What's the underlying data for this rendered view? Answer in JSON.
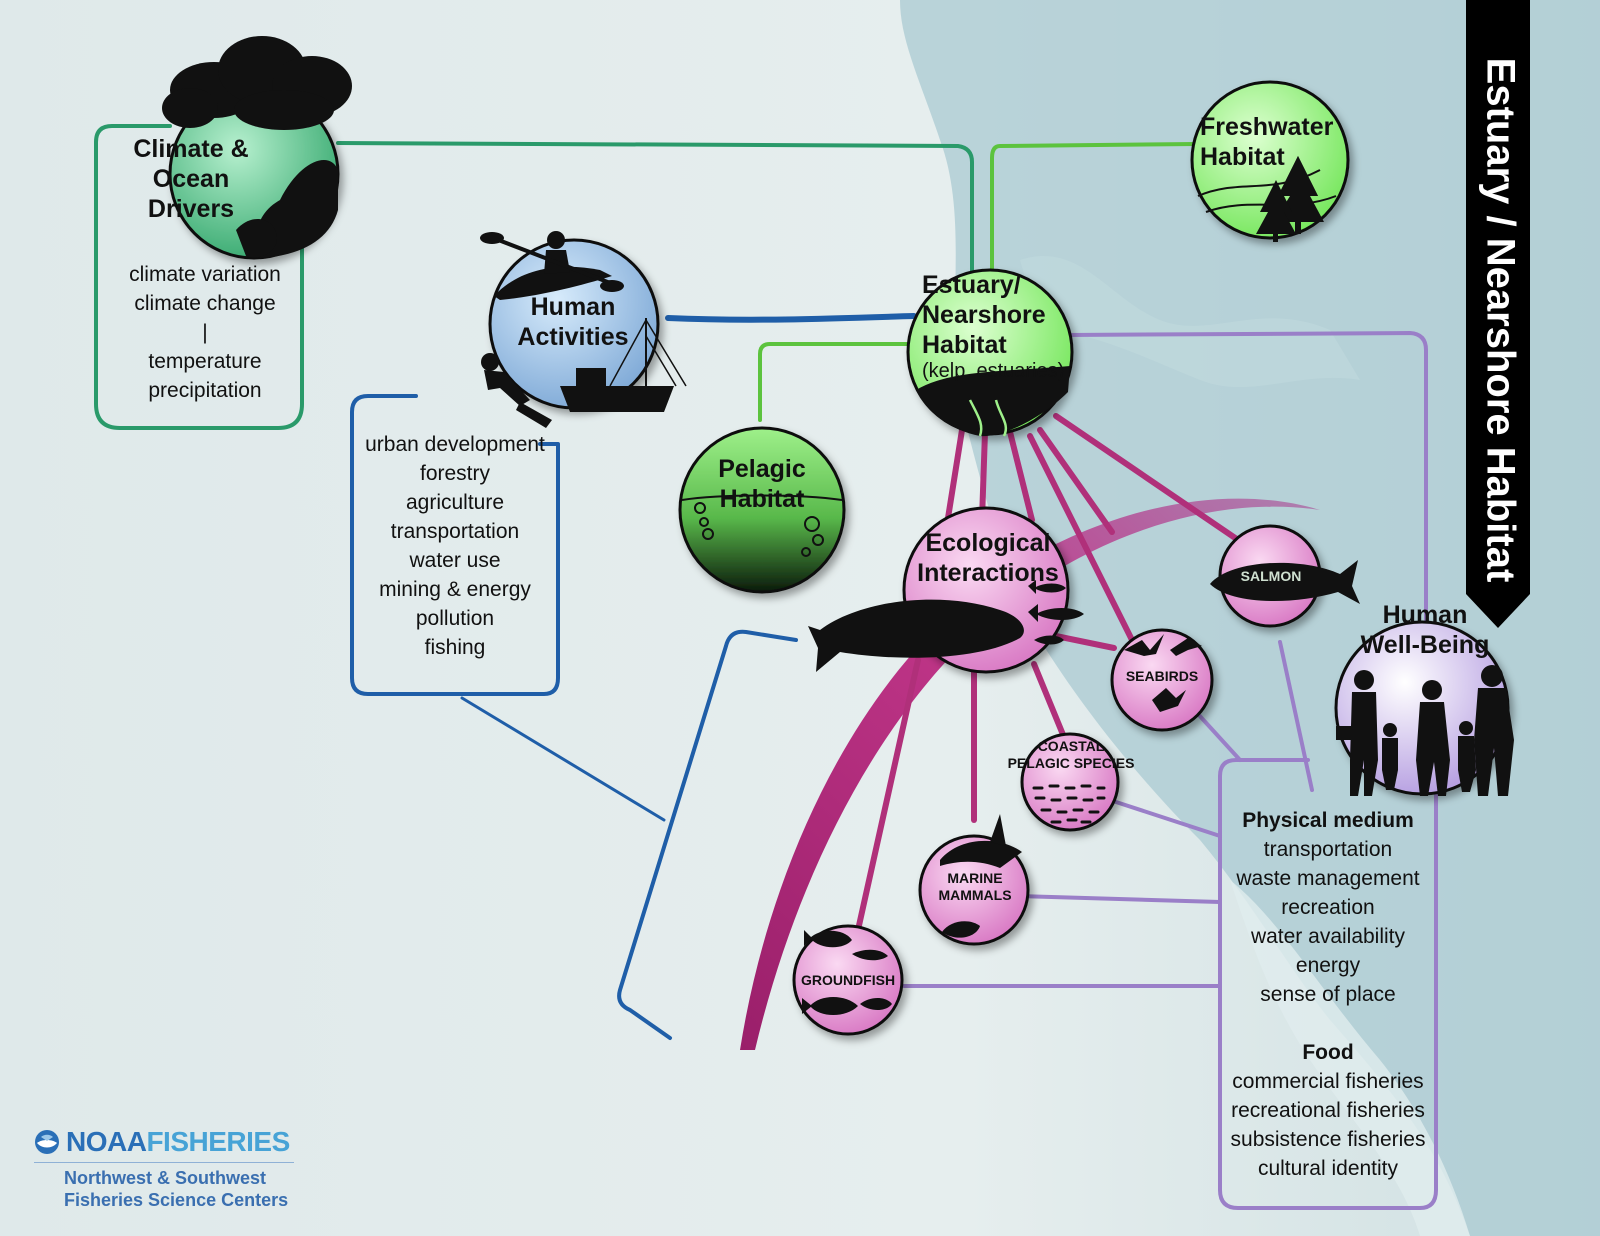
{
  "banner": {
    "title": "Estuary / Nearshore Habitat"
  },
  "nodes": {
    "climate": {
      "title": "Climate &",
      "title2": "Ocean Drivers"
    },
    "human": {
      "title": "Human",
      "title2": "Activities"
    },
    "freshwater": {
      "title": "Freshwater",
      "title2": "Habitat"
    },
    "estuary": {
      "title": "Estuary/",
      "title2": "Nearshore",
      "title3": "Habitat",
      "sub": "(kelp, estuaries)"
    },
    "pelagic": {
      "title": "Pelagic",
      "title2": "Habitat"
    },
    "ecological": {
      "title": "Ecological",
      "title2": "Interactions"
    },
    "salmon": {
      "title": "SALMON"
    },
    "seabirds": {
      "title": "SEABIRDS"
    },
    "coastal": {
      "title": "COASTAL",
      "title2": "PELAGIC SPECIES"
    },
    "marine": {
      "title": "MARINE",
      "title2": "MAMMALS"
    },
    "groundfish": {
      "title": "GROUNDFISH"
    },
    "wellbeing": {
      "title": "Human",
      "title2": "Well-Being"
    }
  },
  "climate_list": [
    "climate variation",
    "climate change",
    "|",
    "temperature",
    "precipitation"
  ],
  "human_list": [
    "urban development",
    "forestry",
    "agriculture",
    "transportation",
    "water use",
    "mining & energy",
    "pollution",
    "fishing"
  ],
  "wellbeing_list": {
    "physical_head": "Physical medium",
    "physical": [
      "transportation",
      "waste management",
      "recreation",
      "water availability",
      "energy",
      "sense of place"
    ],
    "food_head": "Food",
    "food": [
      "commercial fisheries",
      "recreational fisheries",
      "subsistence fisheries",
      "cultural identity"
    ]
  },
  "logo": {
    "brand_a": "NOAA",
    "brand_b": "FISHERIES",
    "line1": "Northwest & Southwest",
    "line2": "Fisheries Science Centers"
  },
  "colors": {
    "climate": "#4dbd86",
    "human": "#8fb8e0",
    "habitat_green": "#8ef07a",
    "pelagic_dark": "#1a3a1a",
    "pink": "#e88fd0",
    "purple_line": "#9a7fc8",
    "blue_line": "#1f5ea8",
    "magenta": "#b0307a",
    "green_line": "#55c440",
    "teal_line": "#2a9a6a"
  }
}
